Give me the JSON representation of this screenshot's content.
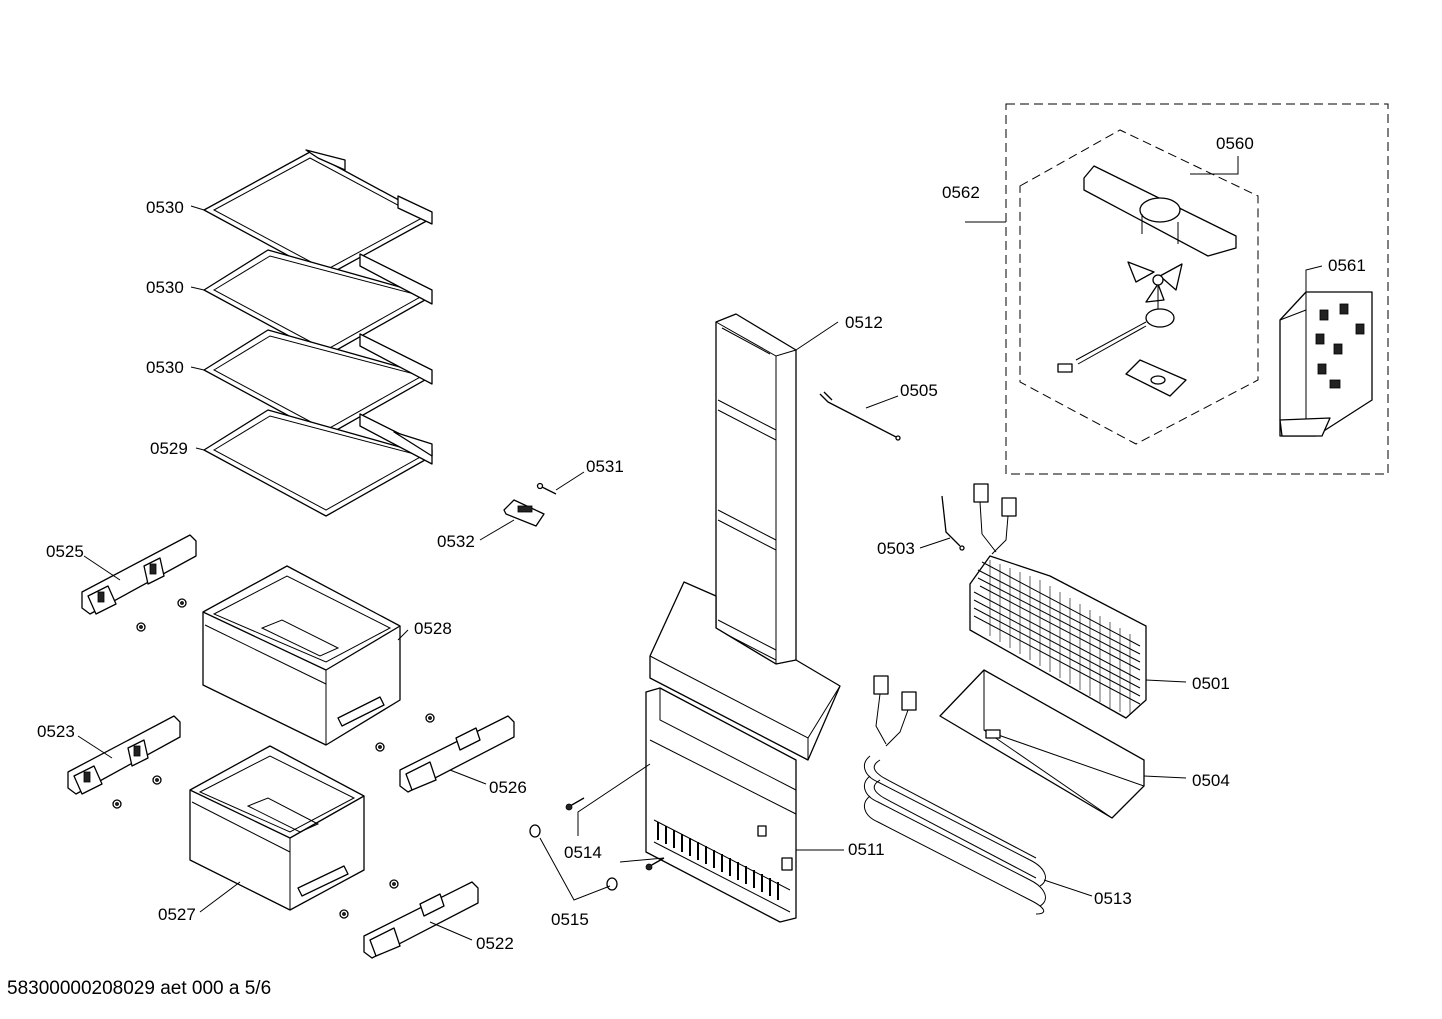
{
  "footer": "58300000208029 aet 000 a 5/6",
  "labels": {
    "p0530a": "0530",
    "p0530b": "0530",
    "p0530c": "0530",
    "p0529": "0529",
    "p0525": "0525",
    "p0528": "0528",
    "p0523": "0523",
    "p0526": "0526",
    "p0527": "0527",
    "p0522": "0522",
    "p0531": "0531",
    "p0532": "0532",
    "p0514": "0514",
    "p0515": "0515",
    "p0511": "0511",
    "p0512": "0512",
    "p0505": "0505",
    "p0503": "0503",
    "p0501": "0501",
    "p0504": "0504",
    "p0513": "0513",
    "p0560": "0560",
    "p0561": "0561",
    "p0562": "0562"
  }
}
